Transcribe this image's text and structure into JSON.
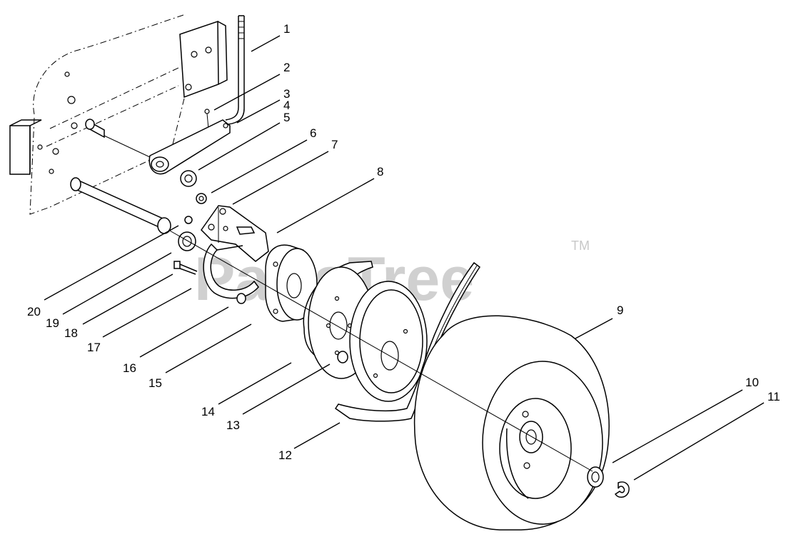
{
  "watermark": {
    "text": "PartsTree",
    "trademark": "TM"
  },
  "callouts": [
    "1",
    "2",
    "3",
    "4",
    "5",
    "6",
    "7",
    "8",
    "9",
    "10",
    "11",
    "12",
    "13",
    "14",
    "15",
    "16",
    "17",
    "18",
    "19",
    "20"
  ]
}
